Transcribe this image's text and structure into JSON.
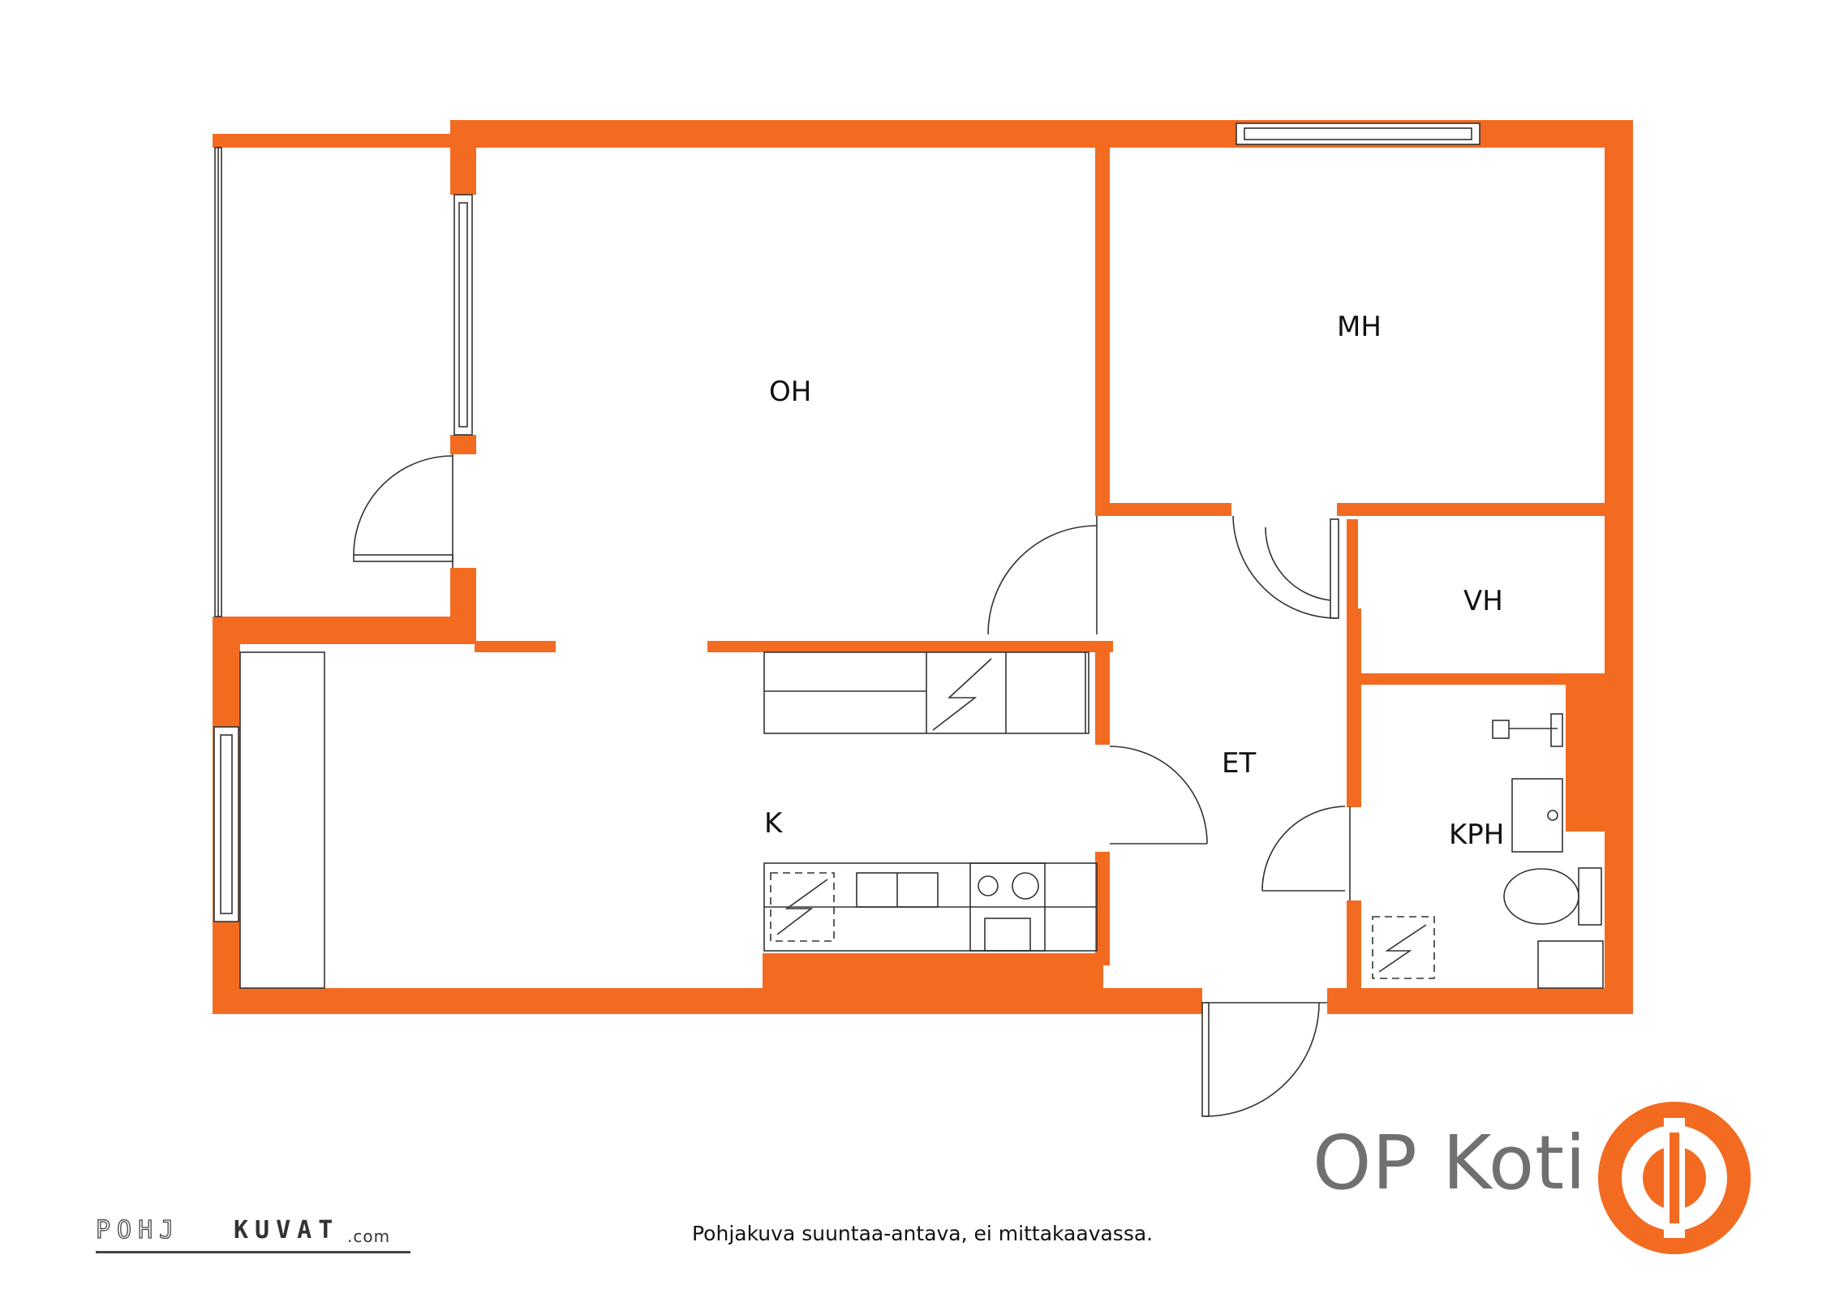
{
  "rooms": {
    "oh": "OH",
    "mh": "MH",
    "vh": "VH",
    "et": "ET",
    "k": "K",
    "kph": "KPH"
  },
  "footnote": "Pohjakuva suuntaa-antava, ei mittakaavassa.",
  "brand": {
    "name": "OP Koti",
    "logo_color": "#F26B21"
  },
  "credit": {
    "left": "POHJ",
    "right": "KUVAT",
    "suffix": ".com"
  },
  "colors": {
    "wall": "#F26B21",
    "line": "#333333",
    "brand_text": "#707070"
  },
  "icons": [
    "door-swing-icon",
    "window-icon",
    "ventilation-icon",
    "sink-icon",
    "toilet-icon",
    "stove-icon",
    "shower-icon"
  ]
}
